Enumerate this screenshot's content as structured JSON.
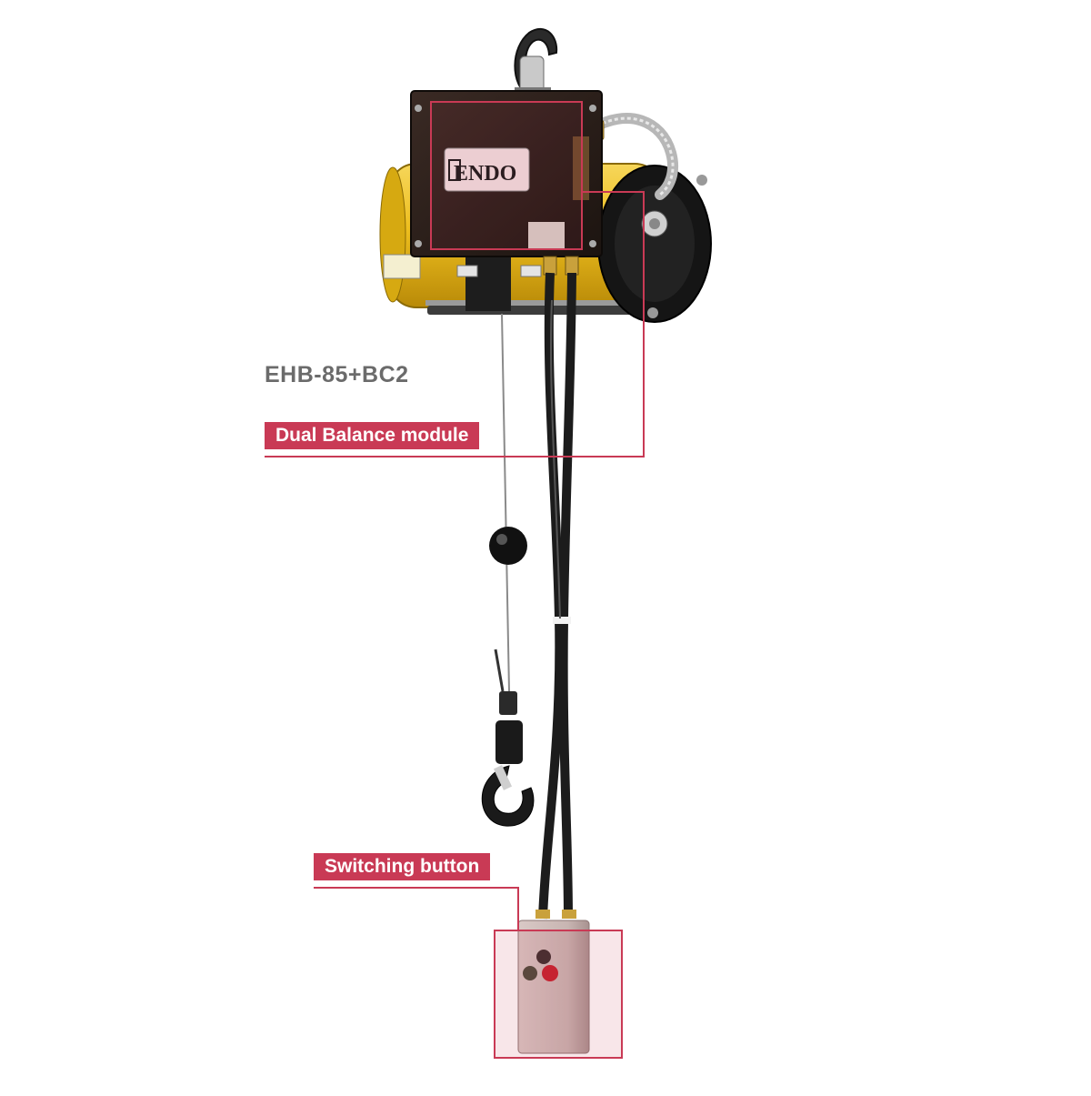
{
  "product": {
    "model": "EHB-85+BC2",
    "brand_logo_text": "ENDO"
  },
  "callouts": {
    "dual_balance": "Dual Balance module",
    "switching_button": "Switching button"
  },
  "colors": {
    "callout": "#c93a55",
    "body_yellow": "#f0c21c",
    "panel_dark": "#2e211c",
    "label_gray": "#6b6b6b"
  }
}
